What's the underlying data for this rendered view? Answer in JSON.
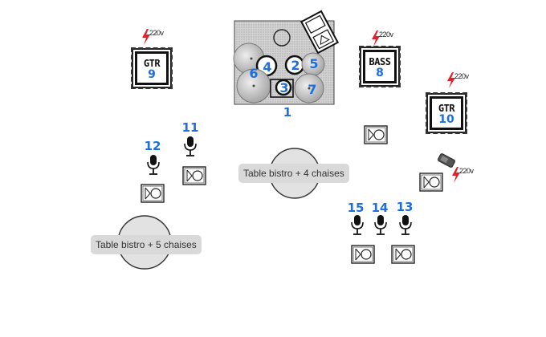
{
  "colors": {
    "number": "#1d6fe0",
    "power_bolt": "#e0202a",
    "drum_riser": "#c8c8c8",
    "table": "#e2e2e2",
    "label_bg": "#d9d9d9"
  },
  "drum_kit": {
    "riser_number": "1",
    "pieces": [
      "2",
      "3",
      "4",
      "5",
      "6",
      "7"
    ]
  },
  "amps": [
    {
      "label": "GTR",
      "number": "9"
    },
    {
      "label": "BASS",
      "number": "8"
    },
    {
      "label": "GTR",
      "number": "10"
    }
  ],
  "power_label": "220v",
  "mics": [
    "11",
    "12",
    "13",
    "14",
    "15"
  ],
  "tables": [
    {
      "label": "Table bistro + 4 chaises"
    },
    {
      "label": "Table bistro + 5 chaises"
    }
  ],
  "icons": {
    "monitor": "monitor-wedge-icon",
    "mic": "microphone-icon",
    "power": "power-outlet-icon",
    "di": "di-box-icon"
  }
}
